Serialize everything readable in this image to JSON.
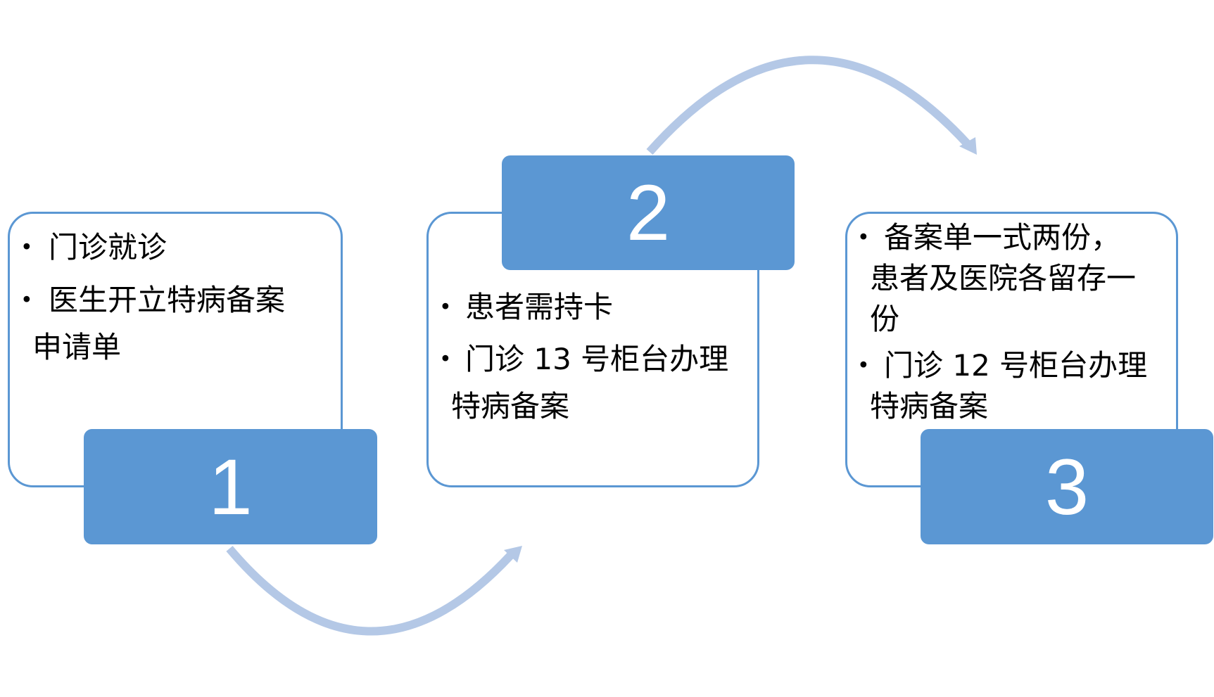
{
  "steps": [
    {
      "number": "1",
      "bullets": [
        {
          "lines": [
            "门诊就诊"
          ]
        },
        {
          "lines": [
            "医生开立特病备案",
            "申请单"
          ]
        }
      ]
    },
    {
      "number": "2",
      "bullets": [
        {
          "lines": [
            "患者需持卡"
          ]
        },
        {
          "lines": [
            "门诊 13 号柜台办理",
            "特病备案"
          ]
        }
      ]
    },
    {
      "number": "3",
      "bullets": [
        {
          "lines": [
            "备案单一式两份，",
            "患者及医院各留存一",
            "份"
          ]
        },
        {
          "lines": [
            "门诊 12 号柜台办理",
            "特病备案"
          ]
        }
      ]
    }
  ],
  "colors": {
    "box": "#5b97d3",
    "arrow": "#b4c8e6"
  }
}
